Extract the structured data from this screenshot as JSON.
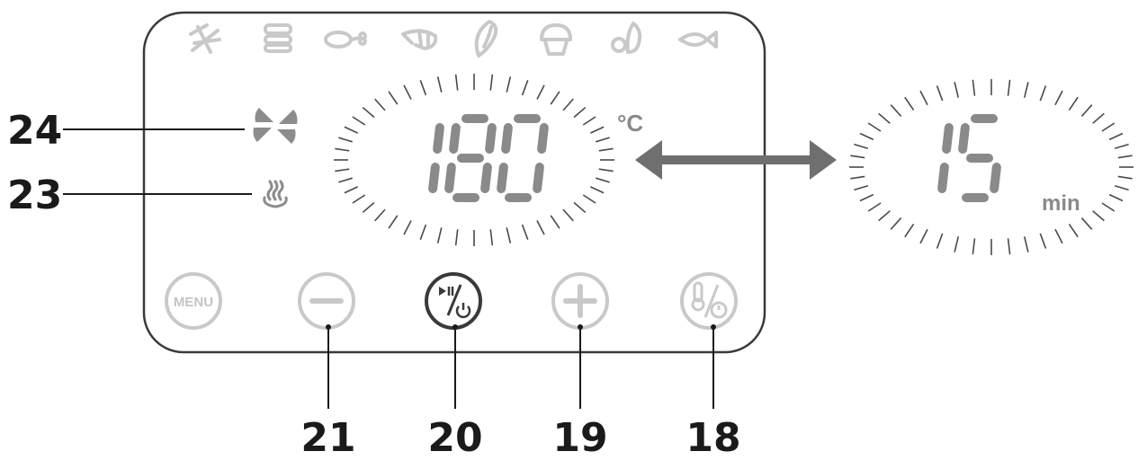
{
  "display": {
    "temperature": {
      "digits": [
        "1",
        "8",
        "0"
      ],
      "unit": "°C"
    },
    "time": {
      "digits": [
        "1",
        "5"
      ],
      "unit": "min"
    },
    "program_icons": [
      "fries-icon",
      "steak-icon",
      "chicken-leg-icon",
      "shrimp-icon",
      "fish-fillet-icon",
      "cake-icon",
      "vegetables-icon",
      "fish-icon"
    ],
    "status_icons": [
      "fan-icon",
      "heating-icon"
    ],
    "arrow": "toggle-display-arrow-icon"
  },
  "buttons": {
    "menu_label": "MENU",
    "minus_icon": "minus-icon",
    "start_power_icon": "start-pause-power-icon",
    "plus_icon": "plus-icon",
    "temp_time_icon": "temperature-time-icon"
  },
  "callouts": {
    "fan": "24",
    "heating": "23",
    "minus": "21",
    "start": "20",
    "plus": "19",
    "temp_time": "18"
  },
  "colors": {
    "digit": "#8a8a8a",
    "icon_faded": "#c9c9c9",
    "panel_border": "#3a3a3a",
    "arrow": "#6f6f6f"
  }
}
